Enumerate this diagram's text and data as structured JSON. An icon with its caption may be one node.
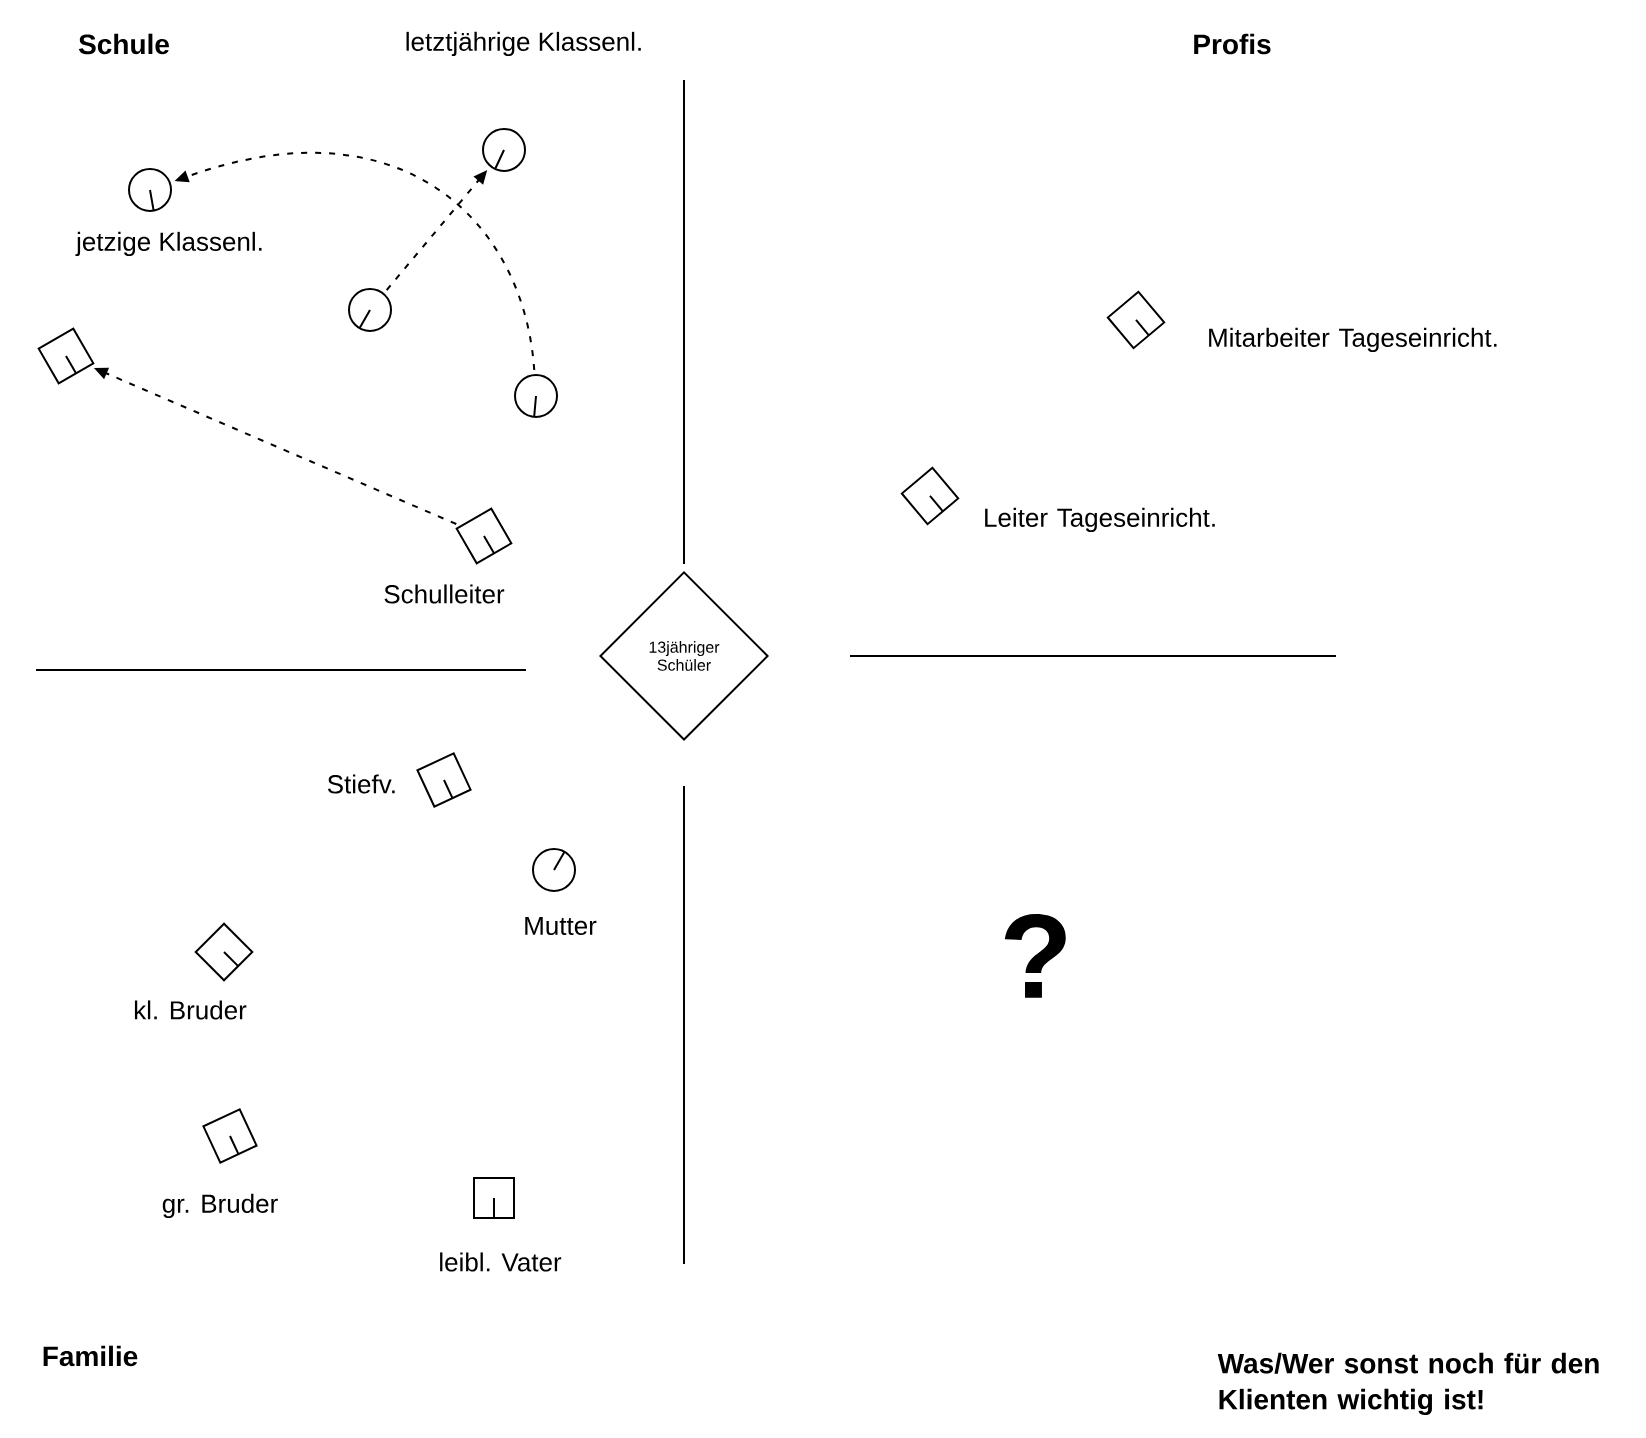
{
  "diagram": {
    "nodes": [
      {
        "text": [
          "letztjährige Klassenl."
        ]
      },
      {
        "text": [
          "jetzige Klassenl."
        ]
      },
      {
        "text": [],
        "shape": "box"
      },
      {
        "text": [],
        "shape": "circle"
      },
      {
        "text": [],
        "shape": "circle"
      },
      {
        "text": [
          "Schulleiter"
        ]
      },
      {
        "text": [
          "Mitarbeiter Tageseinricht."
        ]
      },
      {
        "text": [
          "Leiter Tageseinricht."
        ]
      },
      {
        "text": [
          "13jähriger Schüler"
        ]
      },
      {
        "text": [
          "Stiefv."
        ]
      },
      {
        "text": [
          "Mutter"
        ]
      },
      {
        "text": [
          "kl. Bruder"
        ]
      },
      {
        "text": [
          "gr. Bruder"
        ]
      },
      {
        "text": [
          "leibl. Vater"
        ]
      }
    ],
    "edges": [
      {
        "from": 3,
        "to": 0,
        "arrow": "to",
        "style": "dashed"
      },
      {
        "from": 4,
        "to": 1,
        "arrow": "to",
        "style": "dashed"
      },
      {
        "from": 5,
        "to": 2,
        "arrow": "to",
        "style": "dashed"
      }
    ],
    "labels": [
      "Schule",
      "Profis",
      "?",
      "Familie",
      "Was/Wer sonst noch für den Klienten wichtig ist!"
    ]
  }
}
